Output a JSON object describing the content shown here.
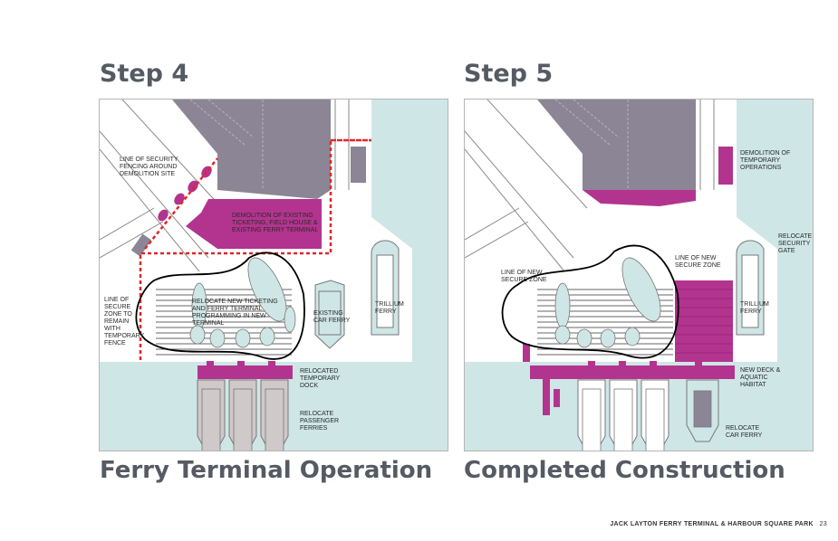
{
  "step4": {
    "title": "Step 4",
    "caption": "Ferry Terminal Operation",
    "labels": {
      "security_fencing": "LINE OF SECURITY FENCING AROUND DEMOLITION SITE",
      "demolition": "DEMOLITION OF EXISTING TICKETING, FIELD HOUSE & EXISTING FERRY TERMINAL",
      "relocate_ticketing": "RELOCATE NEW TICKETING AND FERRY TERMINAL PROGRAMMING IN NEW TERMINAL",
      "secure_zone": "LINE OF SECURE ZONE TO REMAIN WITH TEMPORARY FENCE",
      "existing_car_ferry": "EXISTING CAR FERRY",
      "trillium": "TRILLIUM FERRY",
      "temp_dock": "RELOCATED TEMPORARY DOCK",
      "passenger_ferries": "RELOCATE PASSENGER FERRIES"
    }
  },
  "step5": {
    "title": "Step 5",
    "caption": "Completed Construction",
    "labels": {
      "demo_temp_ops": "DEMOLITION OF TEMPORARY OPERATIONS",
      "security_gate": "RELOCATE SECURITY GATE",
      "new_secure_zone_top": "LINE OF NEW SECURE ZONE",
      "new_secure_zone_left": "LINE OF NEW SECURE ZONE",
      "trillium": "TRILLIUM FERRY",
      "new_deck": "NEW DECK & AQUATIC HABITAT",
      "relocate_car_ferry": "RELOCATE CAR FERRY"
    }
  },
  "footer": {
    "title": "JACK LAYTON FERRY TERMINAL & HARBOUR SQUARE PARK",
    "page": "23"
  },
  "colors": {
    "water": "#cfe6e6",
    "building": "#8c8595",
    "magenta": "#b3348f",
    "fence": "#e0262b",
    "ferry_gray": "#cfc9c9",
    "outline": "#000000"
  }
}
